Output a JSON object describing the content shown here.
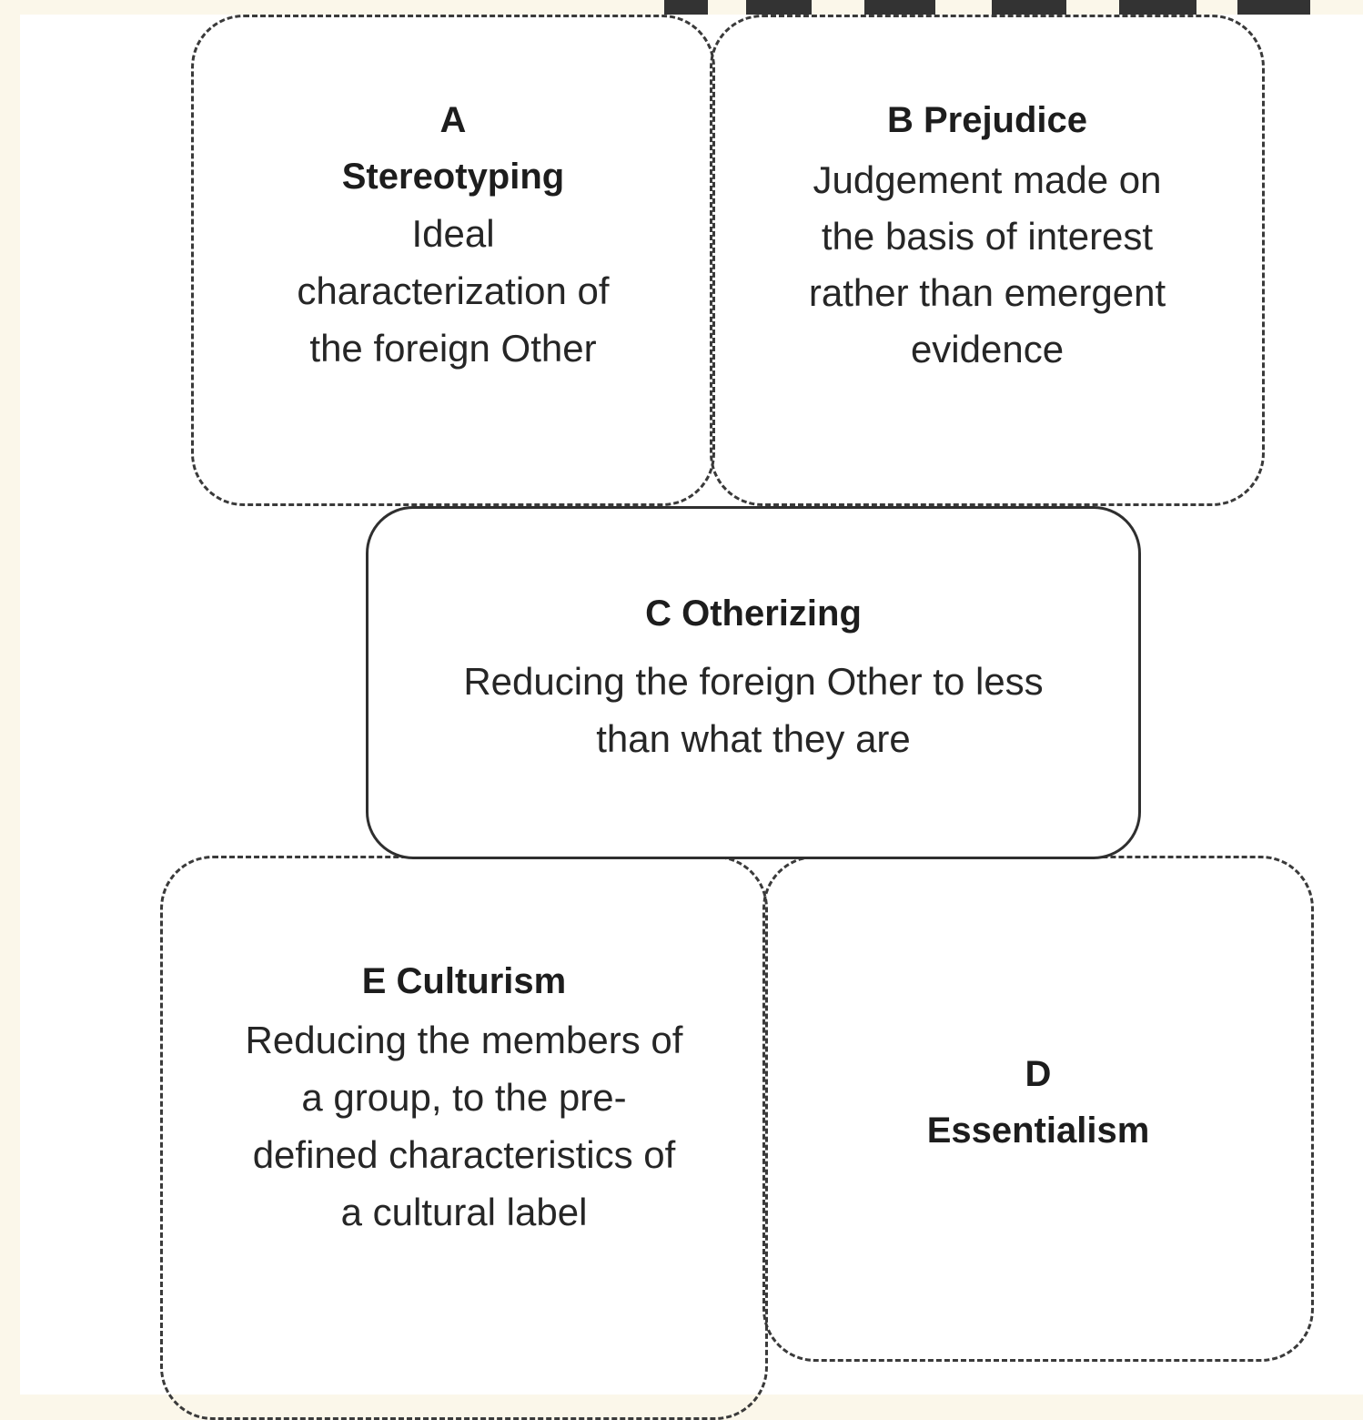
{
  "boxes": {
    "a": {
      "letter": "A",
      "title": "Stereotyping",
      "description": "Ideal characterization of the foreign Other"
    },
    "b": {
      "heading": "B  Prejudice",
      "description": "Judgement made on the basis of interest rather than emergent evidence"
    },
    "c": {
      "heading": "C  Otherizing",
      "description": "Reducing the foreign Other to less than what they are"
    },
    "d": {
      "letter": "D",
      "title": "Essentialism"
    },
    "e": {
      "heading": "E  Culturism",
      "description": "Reducing the members of a group, to the pre-defined characteristics of a cultural label"
    }
  },
  "colors": {
    "page_background": "#fbf7ea",
    "paper": "#ffffff",
    "ink": "#222222",
    "stripe": "#333333"
  }
}
